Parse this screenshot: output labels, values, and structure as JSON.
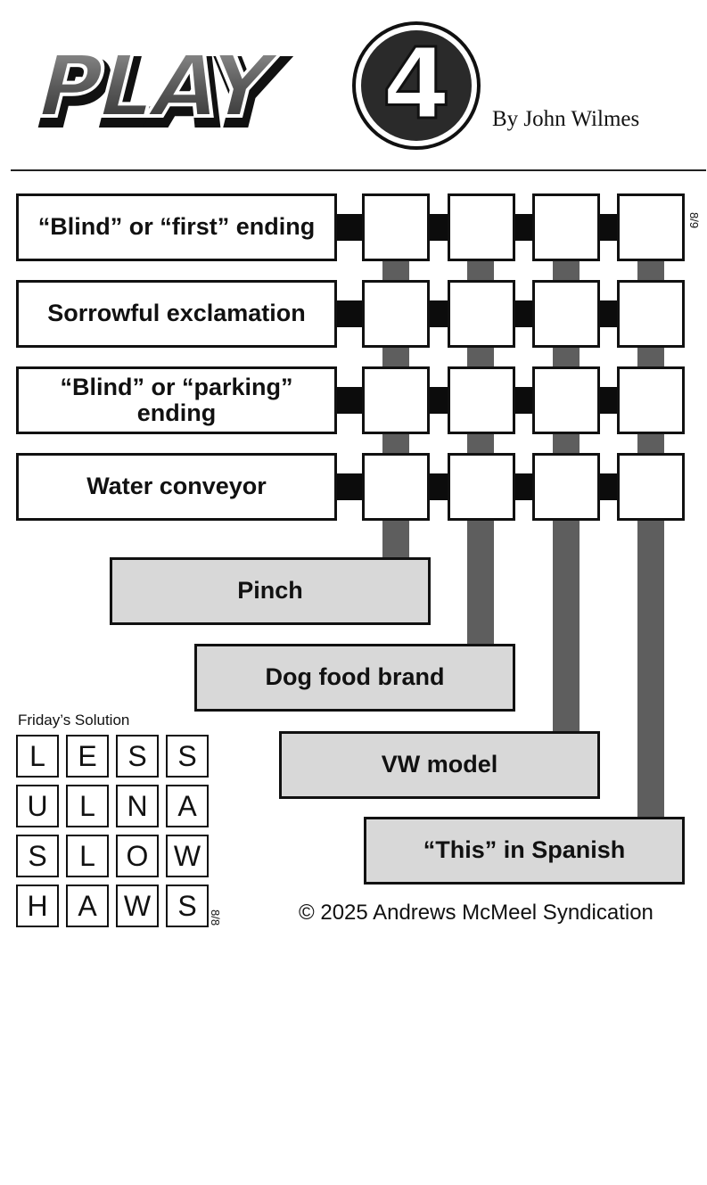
{
  "logo_text": "PLAY4",
  "byline": "By John Wilmes",
  "puzzle_date": "8/9",
  "across_clues": [
    "“Blind” or “first” ending",
    "Sorrowful exclamation",
    "“Blind” or “parking” ending",
    "Water conveyor"
  ],
  "down_clues": [
    "Pinch",
    "Dog food brand",
    "VW model",
    "“This” in Spanish"
  ],
  "solution": {
    "title": "Friday’s Solution",
    "date": "8/8",
    "grid": [
      [
        "L",
        "E",
        "S",
        "S"
      ],
      [
        "U",
        "L",
        "N",
        "A"
      ],
      [
        "S",
        "L",
        "O",
        "W"
      ],
      [
        "H",
        "A",
        "W",
        "S"
      ]
    ]
  },
  "copyright": "© 2025 Andrews McMeel Syndication",
  "colors": {
    "square_border": "#111111",
    "across_connector": "#0c0c0c",
    "down_connector": "#5e5e5e",
    "down_clue_fill": "#d8d8d8"
  }
}
